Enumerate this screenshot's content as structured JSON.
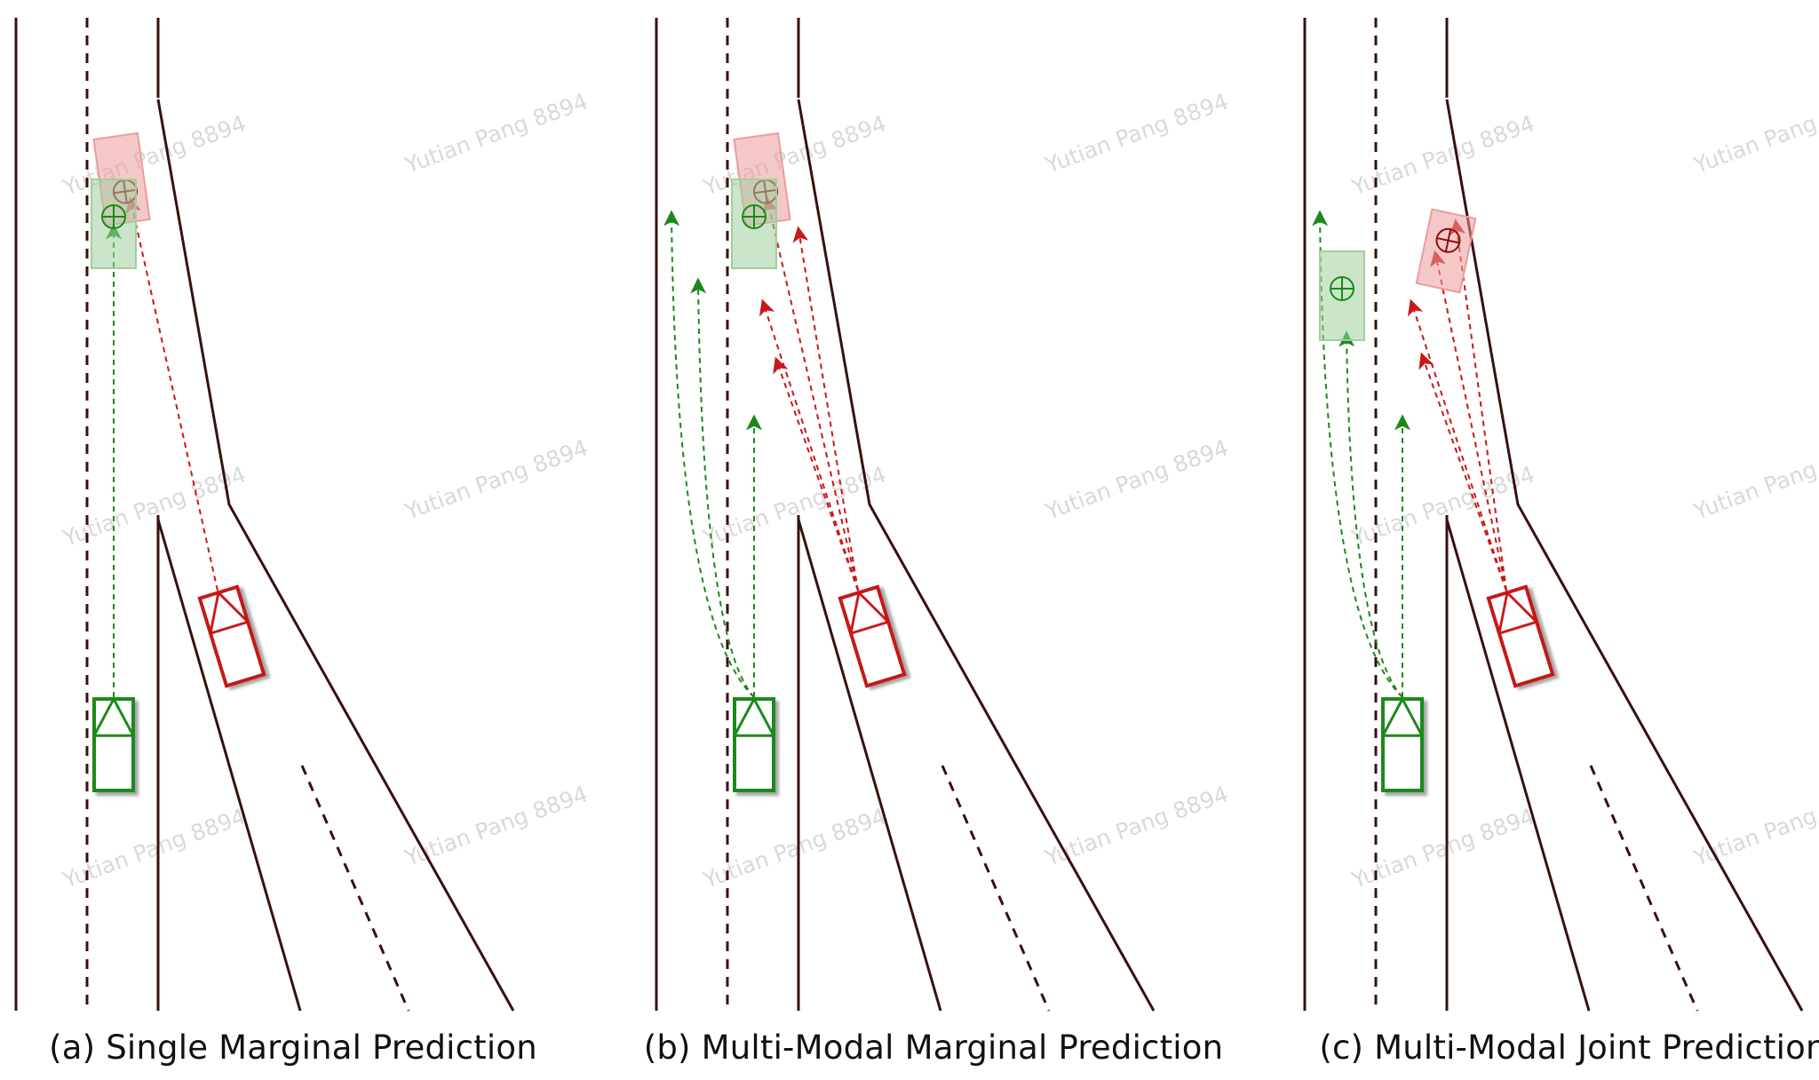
{
  "figure": {
    "watermark": "Yutian Pang 8894",
    "colors": {
      "road": "#3a0f0f",
      "ego": "#1a8a1a",
      "ego_fill": "#9fcf9f",
      "other": "#c81818",
      "other_fill": "#ec9b9b"
    },
    "panels": [
      {
        "id": "a",
        "caption": "(a) Single Marginal Prediction"
      },
      {
        "id": "b",
        "caption": "(b) Multi-Modal Marginal Prediction"
      },
      {
        "id": "c",
        "caption": "(c) Multi-Modal Joint Prediction"
      }
    ]
  }
}
